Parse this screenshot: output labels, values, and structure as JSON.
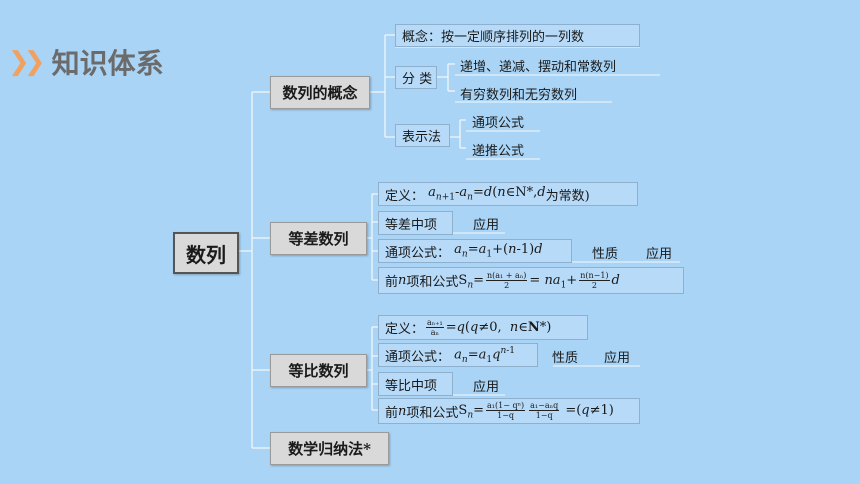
{
  "title": {
    "text": "知识体系",
    "icon": "double-chevron-icon",
    "accent": "#f0a060"
  },
  "root": "数列",
  "concept": {
    "label": "数列的概念",
    "definition": "概念：按一定顺序排列的一列数",
    "classify": {
      "label": "分 类",
      "a": "递增、递减、摆动和常数列",
      "b": "有穷数列和无穷数列"
    },
    "represent": {
      "label": "表示法",
      "a": "通项公式",
      "b": "递推公式"
    }
  },
  "arith": {
    "label": "等差数列",
    "def_label": "定义：",
    "def_tail": "为常数)",
    "mid": "等差中项",
    "mid_use": "应用",
    "general_label": "通项公式：",
    "property": "性质",
    "use": "应用",
    "sum_label": "前",
    "sum_text": "项和公式"
  },
  "geo": {
    "label": "等比数列",
    "def_label": "定义：",
    "general_label": "通项公式：",
    "property": "性质",
    "use": "应用",
    "mid": "等比中项",
    "mid_use": "应用",
    "sum_label": "前",
    "sum_text": "项和公式"
  },
  "induction": "数学归纳法*"
}
